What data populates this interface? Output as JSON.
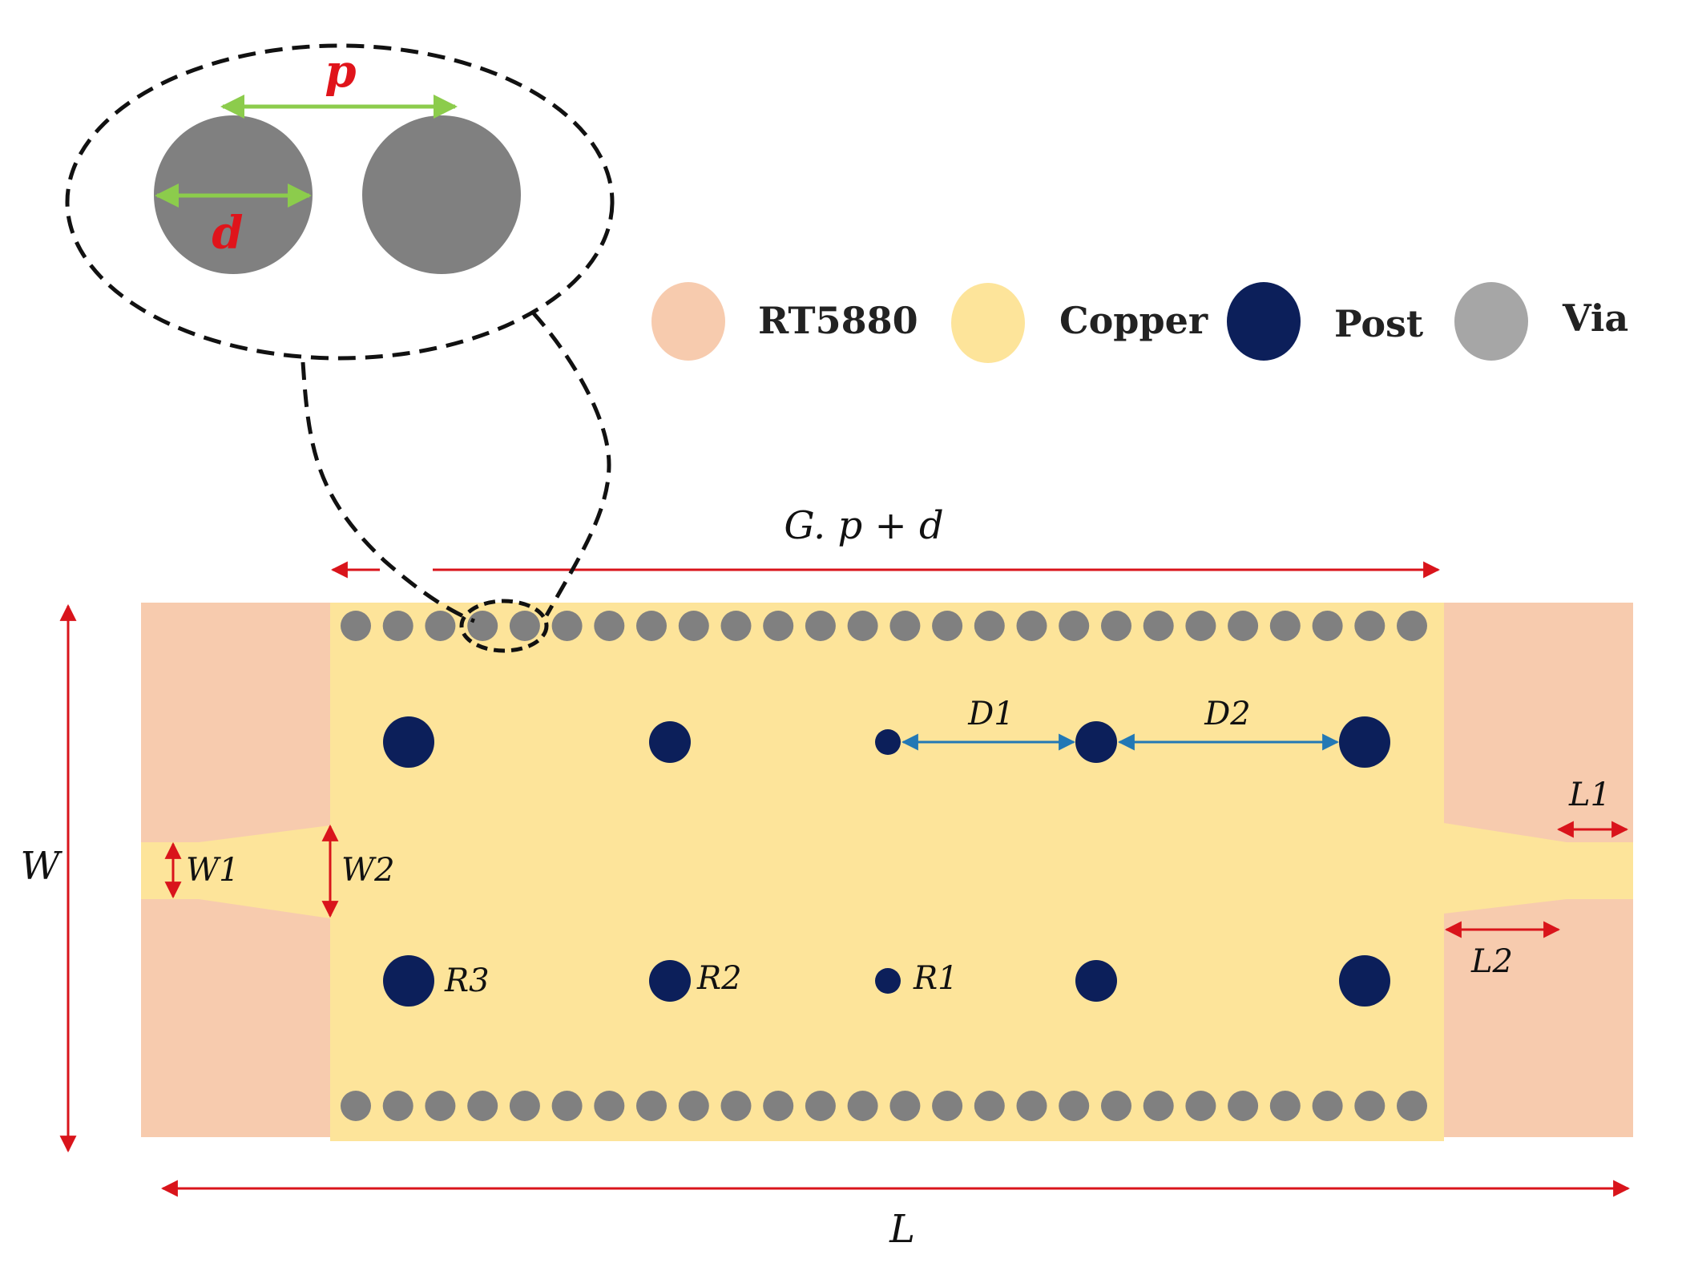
{
  "colors": {
    "substrate": "#f7cbae",
    "copper": "#fde49a",
    "post": "#0c1f5a",
    "via": "#808080",
    "via_legend": "#a6a6a6",
    "dim_red": "#d9141b",
    "dim_blue": "#2378b5",
    "dim_green": "#8ccc4c",
    "zoom_label": "#e0141b"
  },
  "legend": [
    {
      "label": "RT5880",
      "swatch": "substrate"
    },
    {
      "label": "Copper",
      "swatch": "copper"
    },
    {
      "label": "Post",
      "swatch": "post"
    },
    {
      "label": "Via",
      "swatch": "via_legend"
    }
  ],
  "labels": {
    "gp_d": "G. p + d",
    "W": "W",
    "L": "L",
    "W1": "W1",
    "W2": "W2",
    "L1": "L1",
    "L2": "L2",
    "D1": "D1",
    "D2": "D2",
    "R1": "R1",
    "R2": "R2",
    "R3": "R3",
    "p": "p",
    "d": "d"
  },
  "via_rows": {
    "count_per_row": 26
  }
}
